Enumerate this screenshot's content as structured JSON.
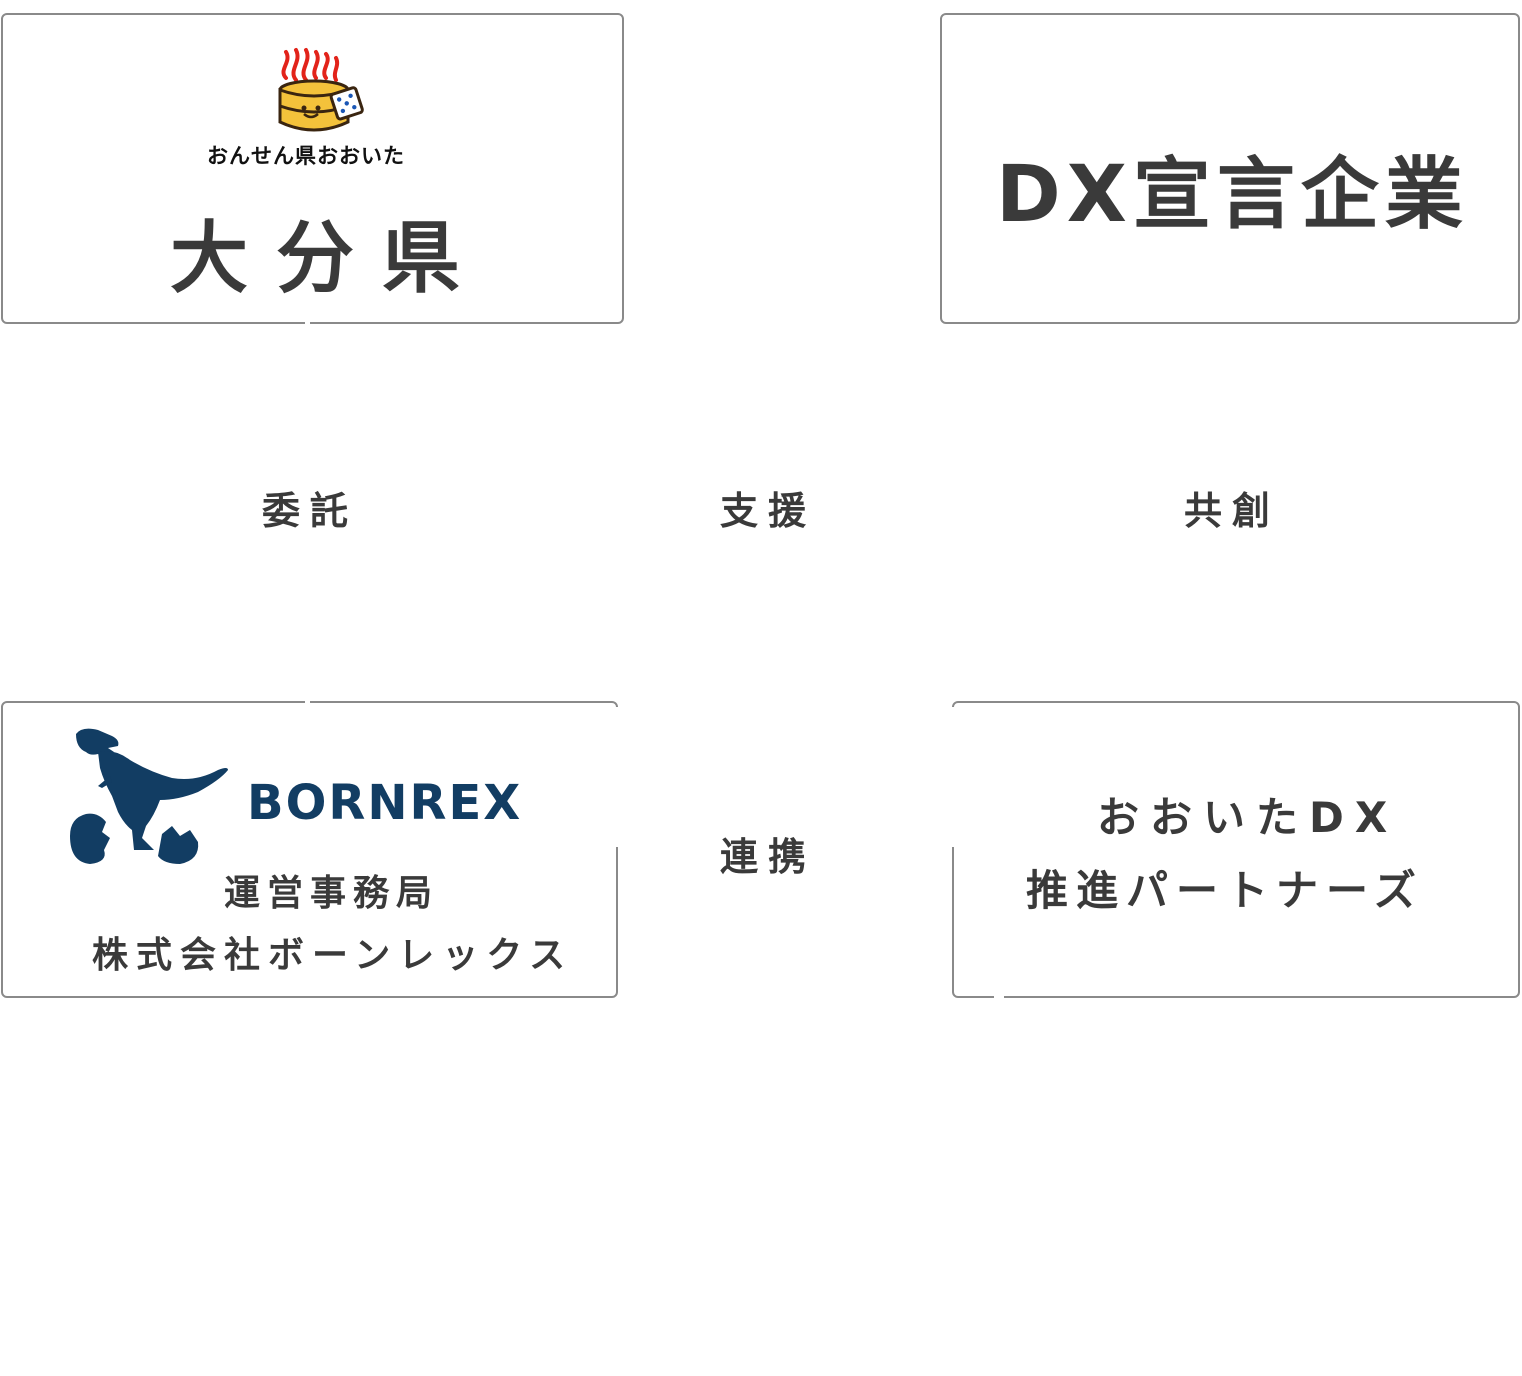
{
  "colors": {
    "border": "#8a8a8a",
    "text": "#3a3a3a",
    "logo_navy": "#123d63",
    "onsen_red": "#e2231a",
    "tub_yellow": "#f4c23b",
    "tub_brown": "#3a2510",
    "dice_blue": "#1a56b5"
  },
  "oita_card": {
    "tagline": "おんせん県おおいた",
    "name": "大分県",
    "logo_icon": "onsen-mascot-icon"
  },
  "dx_card": {
    "title": "DX宣言企業"
  },
  "bornrex_card": {
    "logo_icon": "tyrannosaurus-egg-icon",
    "wordmark": "BORNREX",
    "line1": "運営事務局",
    "line2": "株式会社ボーンレックス"
  },
  "partners_card": {
    "line1": "おおいたDX",
    "line2": "推進パートナーズ"
  },
  "relations": {
    "entrust": "委託",
    "support": "支援",
    "cocreate": "共創",
    "collaborate": "連携"
  }
}
